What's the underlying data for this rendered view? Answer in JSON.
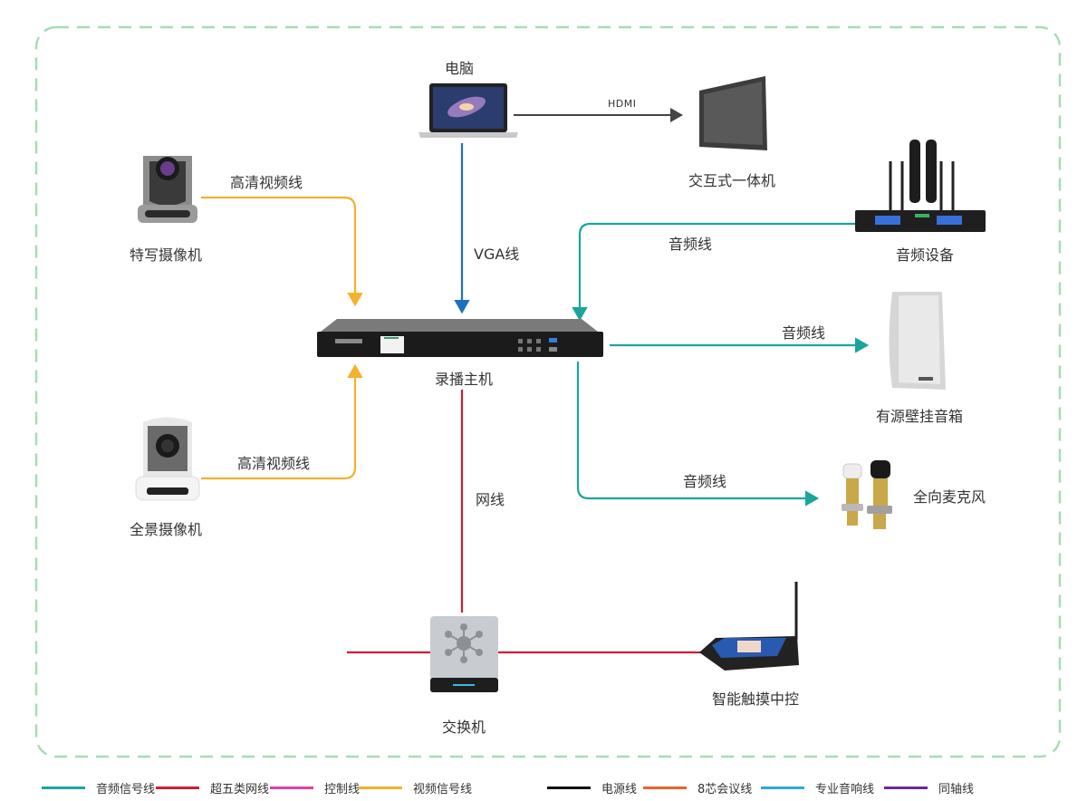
{
  "colors": {
    "border": "#a8dcb4",
    "audio": "#1aa59a",
    "network": "#cc1f34",
    "control": "#e040a0",
    "video": "#f3b12c",
    "power": "#111111",
    "conference": "#e8642a",
    "pro_audio": "#2ea7e0",
    "coax": "#6a2a96",
    "vga": "#1f6fc0",
    "hdmi": "#444444"
  },
  "devices": {
    "computer": "电脑",
    "interactive_display": "交互式一体机",
    "closeup_camera": "特写摄像机",
    "audio_device": "音频设备",
    "recorder_host": "录播主机",
    "wall_speaker": "有源壁挂音箱",
    "panorama_camera": "全景摄像机",
    "omni_mic": "全向麦克风",
    "switch": "交换机",
    "touch_controller": "智能触摸中控"
  },
  "connections": {
    "hdmi": "HDMI",
    "vga": "VGA线",
    "hd_video_top": "高清视频线",
    "hd_video_bottom": "高清视频线",
    "audio_in": "音频线",
    "audio_speaker": "音频线",
    "audio_mic": "音频线",
    "network": "网线"
  },
  "legend": [
    {
      "label": "音频信号线",
      "color": "#1aa59a"
    },
    {
      "label": "超五类网线",
      "color": "#cc1f34"
    },
    {
      "label": "控制线",
      "color": "#e040a0"
    },
    {
      "label": "视频信号线",
      "color": "#f3b12c"
    },
    {
      "label": "电源线",
      "color": "#111111"
    },
    {
      "label": "8芯会议线",
      "color": "#e8642a"
    },
    {
      "label": "专业音响线",
      "color": "#2ea7e0"
    },
    {
      "label": "同轴线",
      "color": "#6a2a96"
    }
  ]
}
